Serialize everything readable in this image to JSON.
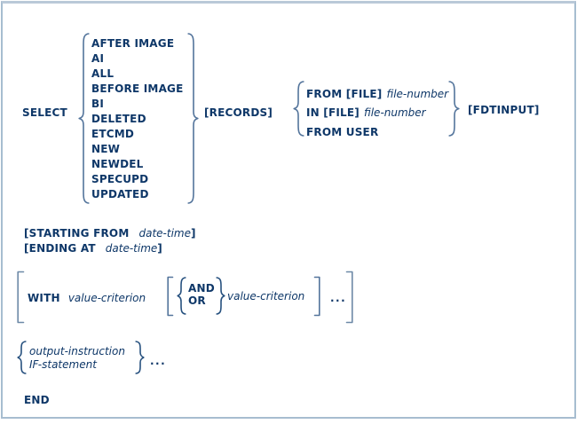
{
  "syntax": {
    "select_keyword": "SELECT",
    "record_types": [
      "AFTER IMAGE",
      "AI",
      "ALL",
      "BEFORE IMAGE",
      "BI",
      "DELETED",
      "ETCMD",
      "NEW",
      "NEWDEL",
      "SPECUPD",
      "UPDATED"
    ],
    "records_opt": "[RECORDS]",
    "sources": [
      {
        "kw": "FROM [FILE]",
        "var": "file-number"
      },
      {
        "kw": "IN [FILE]",
        "var": "file-number"
      },
      {
        "kw": "FROM USER",
        "var": ""
      }
    ],
    "fdtinput_opt": "[FDTINPUT]",
    "starting": {
      "kw": "[STARTING FROM",
      "var": "date-time",
      "close": "]"
    },
    "ending": {
      "kw": "[ENDING AT",
      "var": "date-time",
      "close": "]"
    },
    "with_clause": {
      "kw": "WITH",
      "var1": "value-criterion",
      "connectors": [
        "AND",
        "OR"
      ],
      "var2": "value-criterion",
      "ellipsis": "..."
    },
    "body": {
      "options": [
        "output-instruction",
        "IF-statement"
      ],
      "ellipsis": "..."
    },
    "end_keyword": "END"
  },
  "colors": {
    "text": "#0e3768",
    "brace": "#53749b",
    "brace_dark": "#27517f",
    "bracket_light": "#6d89a7",
    "border": "#a7bdd0",
    "background": "#ffffff"
  }
}
